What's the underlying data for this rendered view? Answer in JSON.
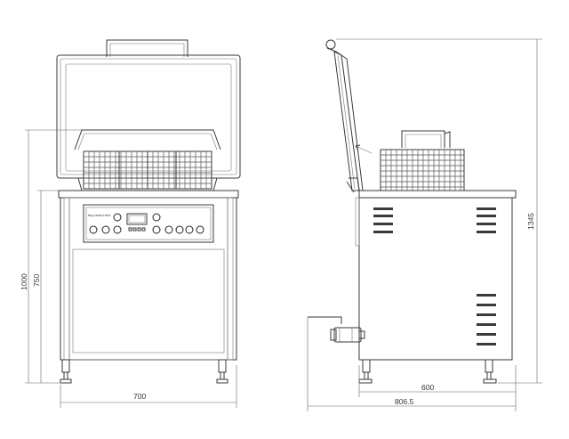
{
  "front_view": {
    "brand_mark": "tiny brand text",
    "dimensions": {
      "width": "700",
      "height_total": "1000",
      "height_body": "750"
    }
  },
  "side_view": {
    "dimensions": {
      "depth_body": "600",
      "depth_total": "806.5",
      "height_open": "1345"
    }
  }
}
